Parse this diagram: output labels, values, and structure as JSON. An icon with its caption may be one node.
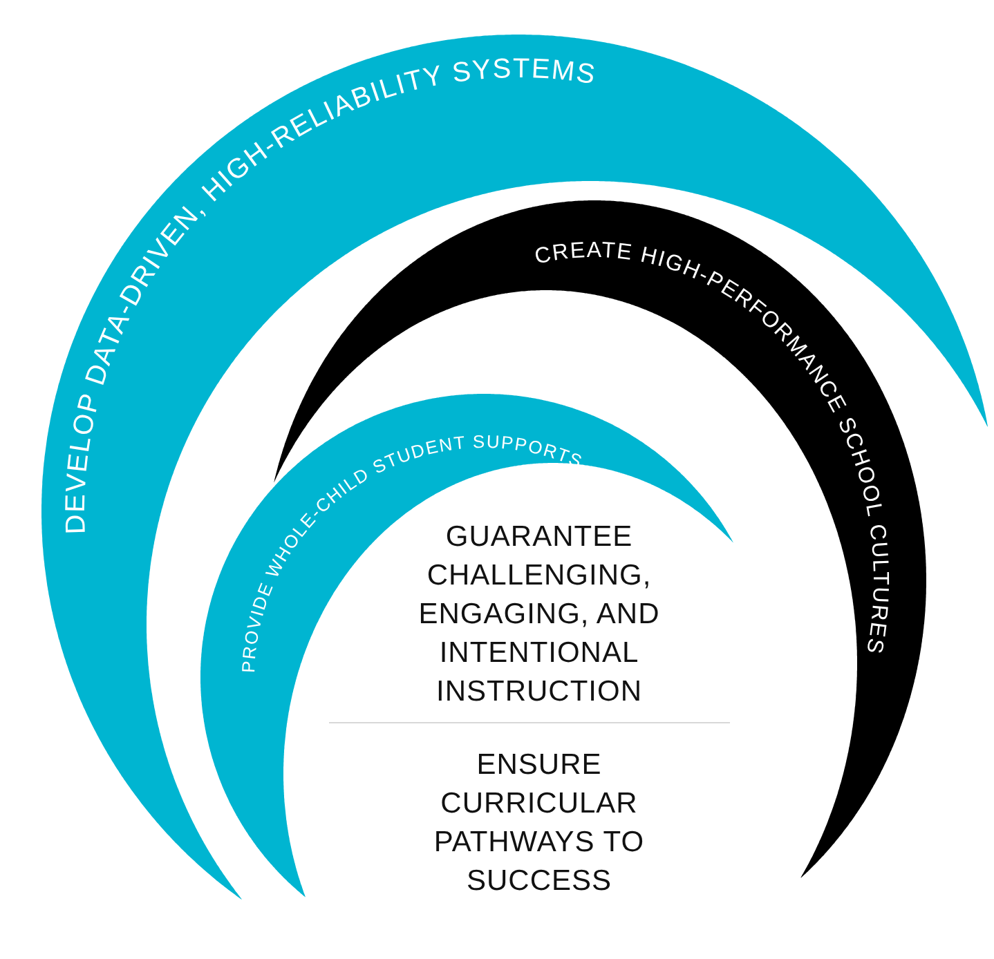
{
  "diagram": {
    "nodes": [
      {
        "text": [
          "DEVELOP DATA-DRIVEN, HIGH-RELIABILITY SYSTEMS"
        ]
      },
      {
        "text": [
          "CREATE HIGH-PERFORMANCE SCHOOL CULTURES"
        ]
      },
      {
        "text": [
          "PROVIDE WHOLE-CHILD STUDENT SUPPORTS"
        ]
      }
    ],
    "edges": [],
    "labels": [
      "GUARANTEE CHALLENGING, ENGAGING, AND INTENTIONAL INSTRUCTION",
      "ENSURE CURRICULAR PATHWAYS TO SUCCESS"
    ]
  }
}
